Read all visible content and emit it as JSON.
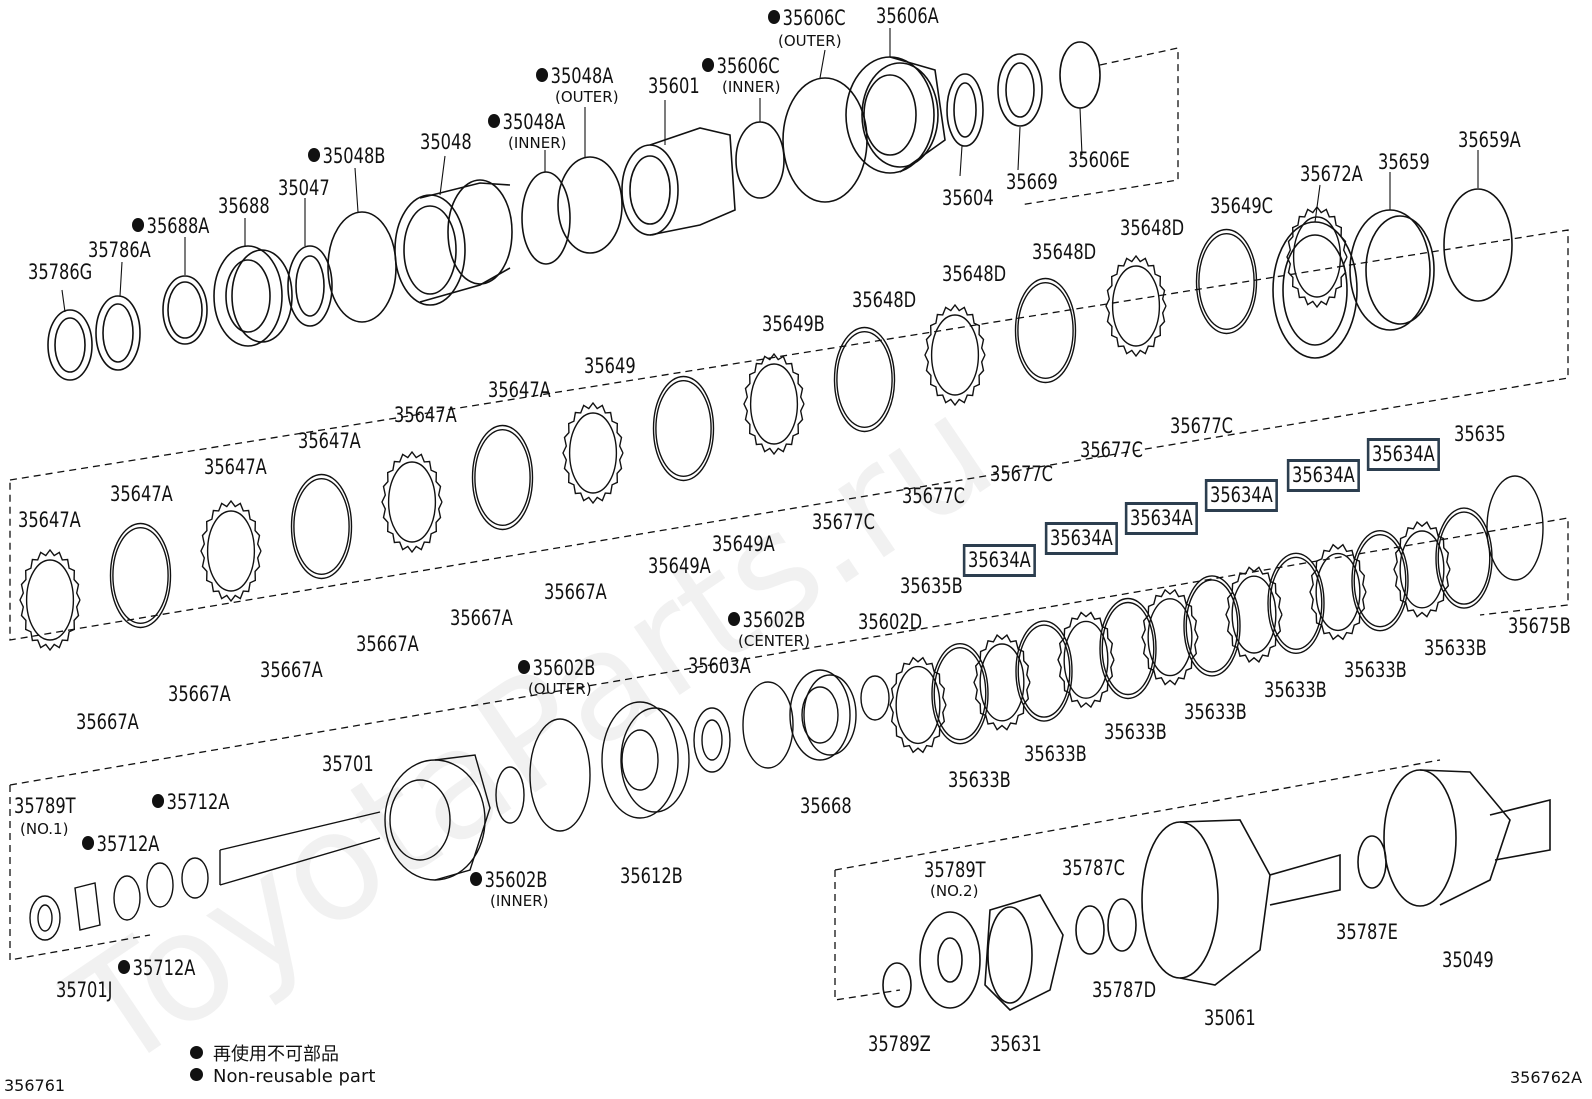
{
  "legend": {
    "non_reusable_jp": "再使用不可部品",
    "non_reusable_en": "Non-reusable part"
  },
  "diagram_codes": {
    "left": "356761",
    "right": "356762A"
  },
  "watermark": "ToyotaParts.ru",
  "parts": {
    "p35786G": "35786G",
    "p35786A": "35786A",
    "p35688A": "35688A",
    "p35688": "35688",
    "p35047": "35047",
    "p35048B": "35048B",
    "p35048": "35048",
    "p35048A_inner": "35048A",
    "sub_inner": "(INNER)",
    "p35048A_outer": "35048A",
    "sub_outer": "(OUTER)",
    "p35601": "35601",
    "p35606C_inner": "35606C",
    "p35606C_outer": "35606C",
    "p35606A": "35606A",
    "p35604": "35604",
    "p35669": "35669",
    "p35606E": "35606E",
    "p35672A": "35672A",
    "p35659": "35659",
    "p35659A": "35659A",
    "p35647A": "35647A",
    "p35667A": "35667A",
    "p35649": "35649",
    "p35649A": "35649A",
    "p35649B": "35649B",
    "p35649C": "35649C",
    "p35648D": "35648D",
    "p35677C": "35677C",
    "p35634A": "35634A",
    "p35635": "35635",
    "p35635B": "35635B",
    "p35633B": "35633B",
    "p35675B": "35675B",
    "p35602D": "35602D",
    "p35602B_center": "35602B",
    "sub_center": "(CENTER)",
    "p35603A": "35603A",
    "p35668": "35668",
    "p35602B_outer": "35602B",
    "p35612B": "35612B",
    "p35602B_inner": "35602B",
    "p35701": "35701",
    "p35789T_no1": "35789T",
    "sub_no1": "(NO.1)",
    "p35712A": "35712A",
    "p35701J": "35701J",
    "p35789T_no2": "35789T",
    "sub_no2": "(NO.2)",
    "p35789Z": "35789Z",
    "p35631": "35631",
    "p35787C": "35787C",
    "p35787D": "35787D",
    "p35061": "35061",
    "p35787E": "35787E",
    "p35049": "35049"
  }
}
